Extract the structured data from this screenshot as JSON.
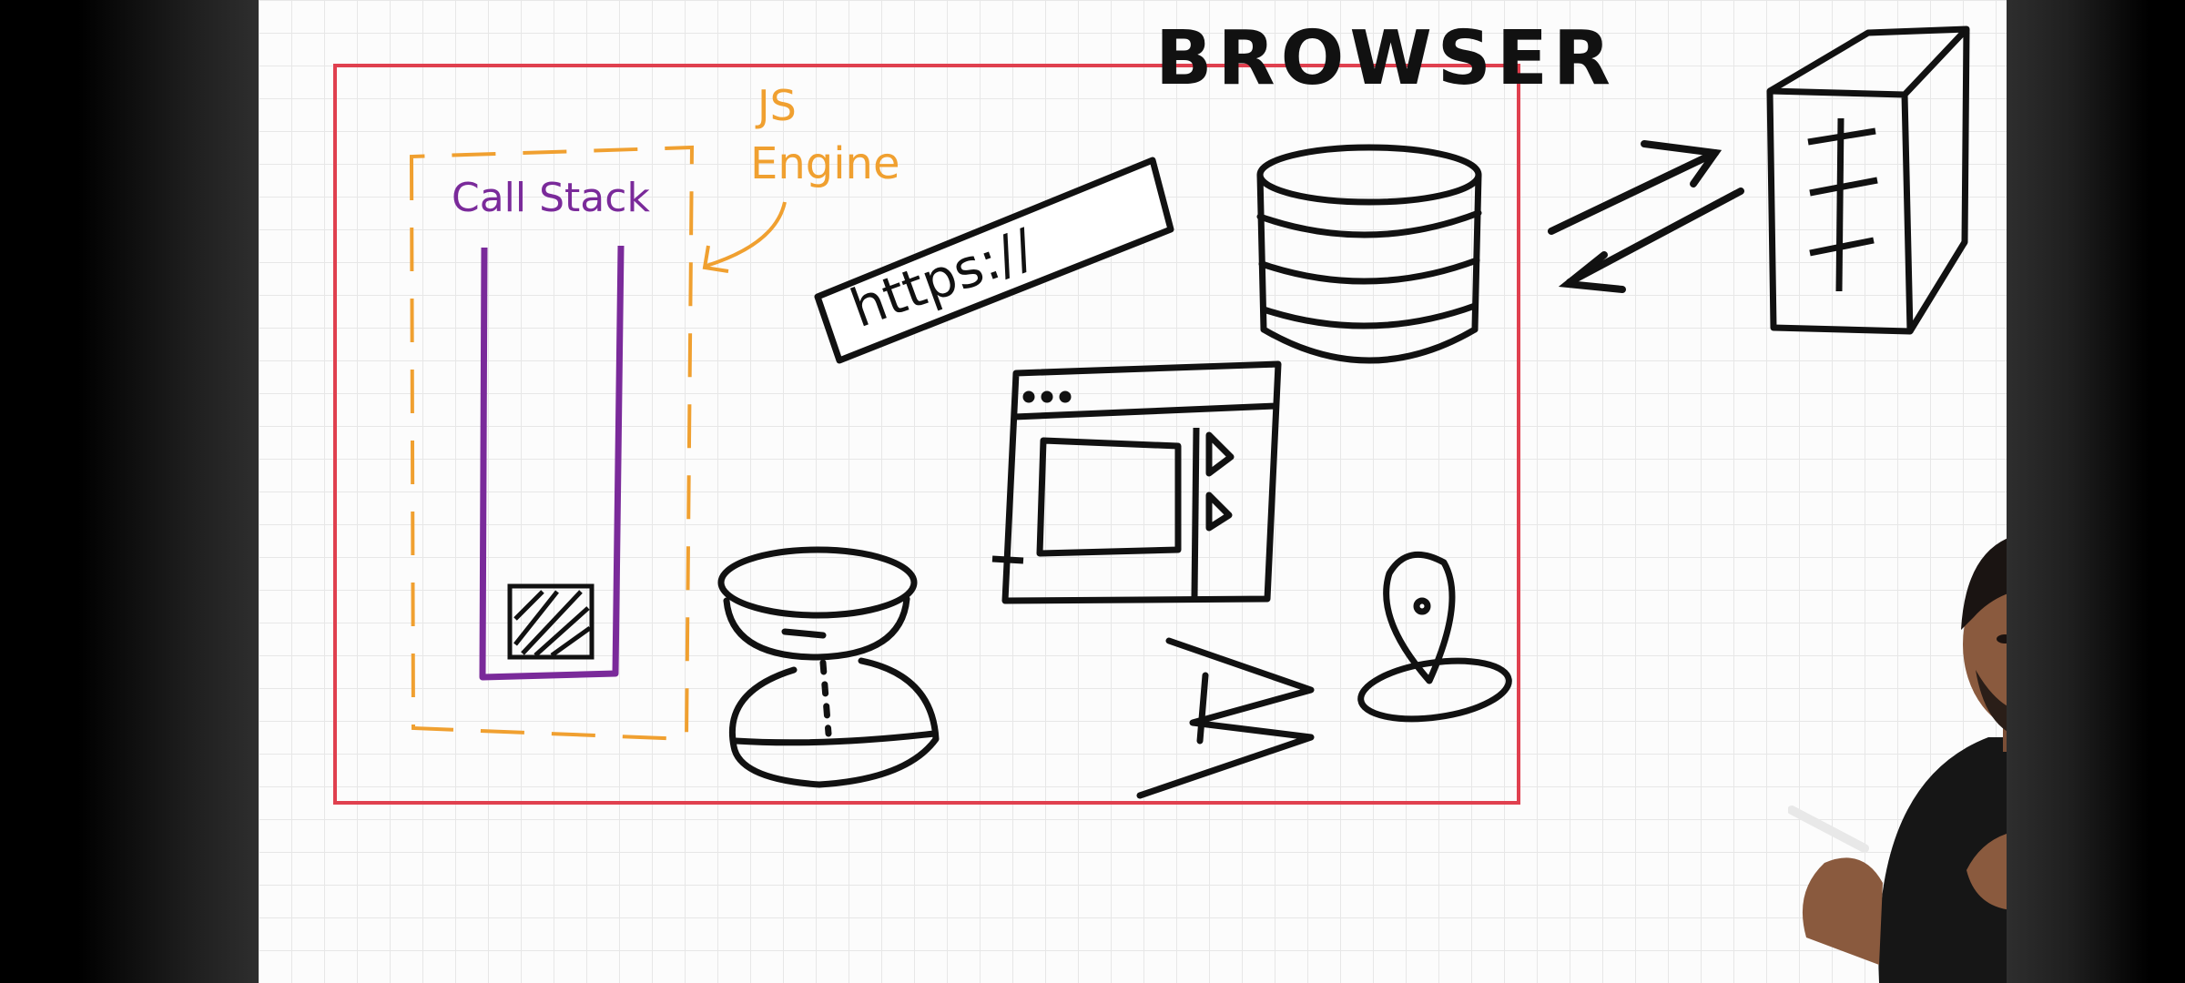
{
  "diagram": {
    "browser_label": "BROWSER",
    "js_engine_label_line1": "JS",
    "js_engine_label_line2": "Engine",
    "call_stack_label": "Call Stack",
    "url_label": "https://"
  },
  "colors": {
    "browser_box": "#e0404f",
    "engine_box": "#f0a030",
    "call_stack": "#7a2a9a",
    "ink": "#111111",
    "board": "#fcfcfc",
    "grid": "#e7e7e7"
  },
  "icons": [
    "database-icon",
    "server-icon",
    "browser-window-icon",
    "timer-icon",
    "bluetooth-icon",
    "location-pin-icon",
    "sync-arrows-icon"
  ]
}
